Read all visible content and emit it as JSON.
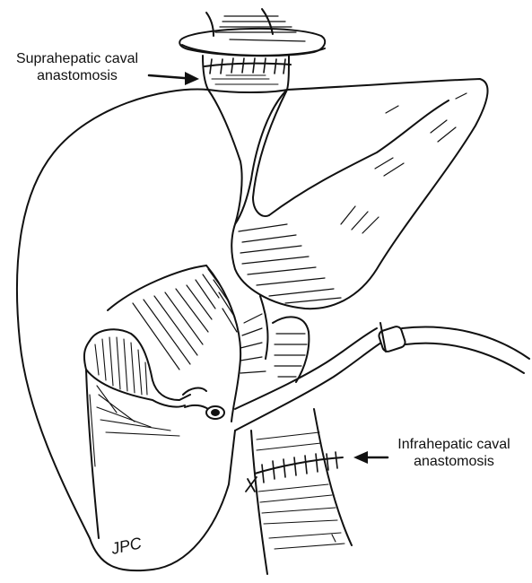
{
  "labels": {
    "suprahepatic": {
      "line1": "Suprahepatic caval",
      "line2": "anastomosis"
    },
    "infrahepatic": {
      "line1": "Infrahepatic caval",
      "line2": "anastomosis"
    }
  },
  "signature": "JPC",
  "colors": {
    "ink": "#111111",
    "background": "#ffffff"
  }
}
